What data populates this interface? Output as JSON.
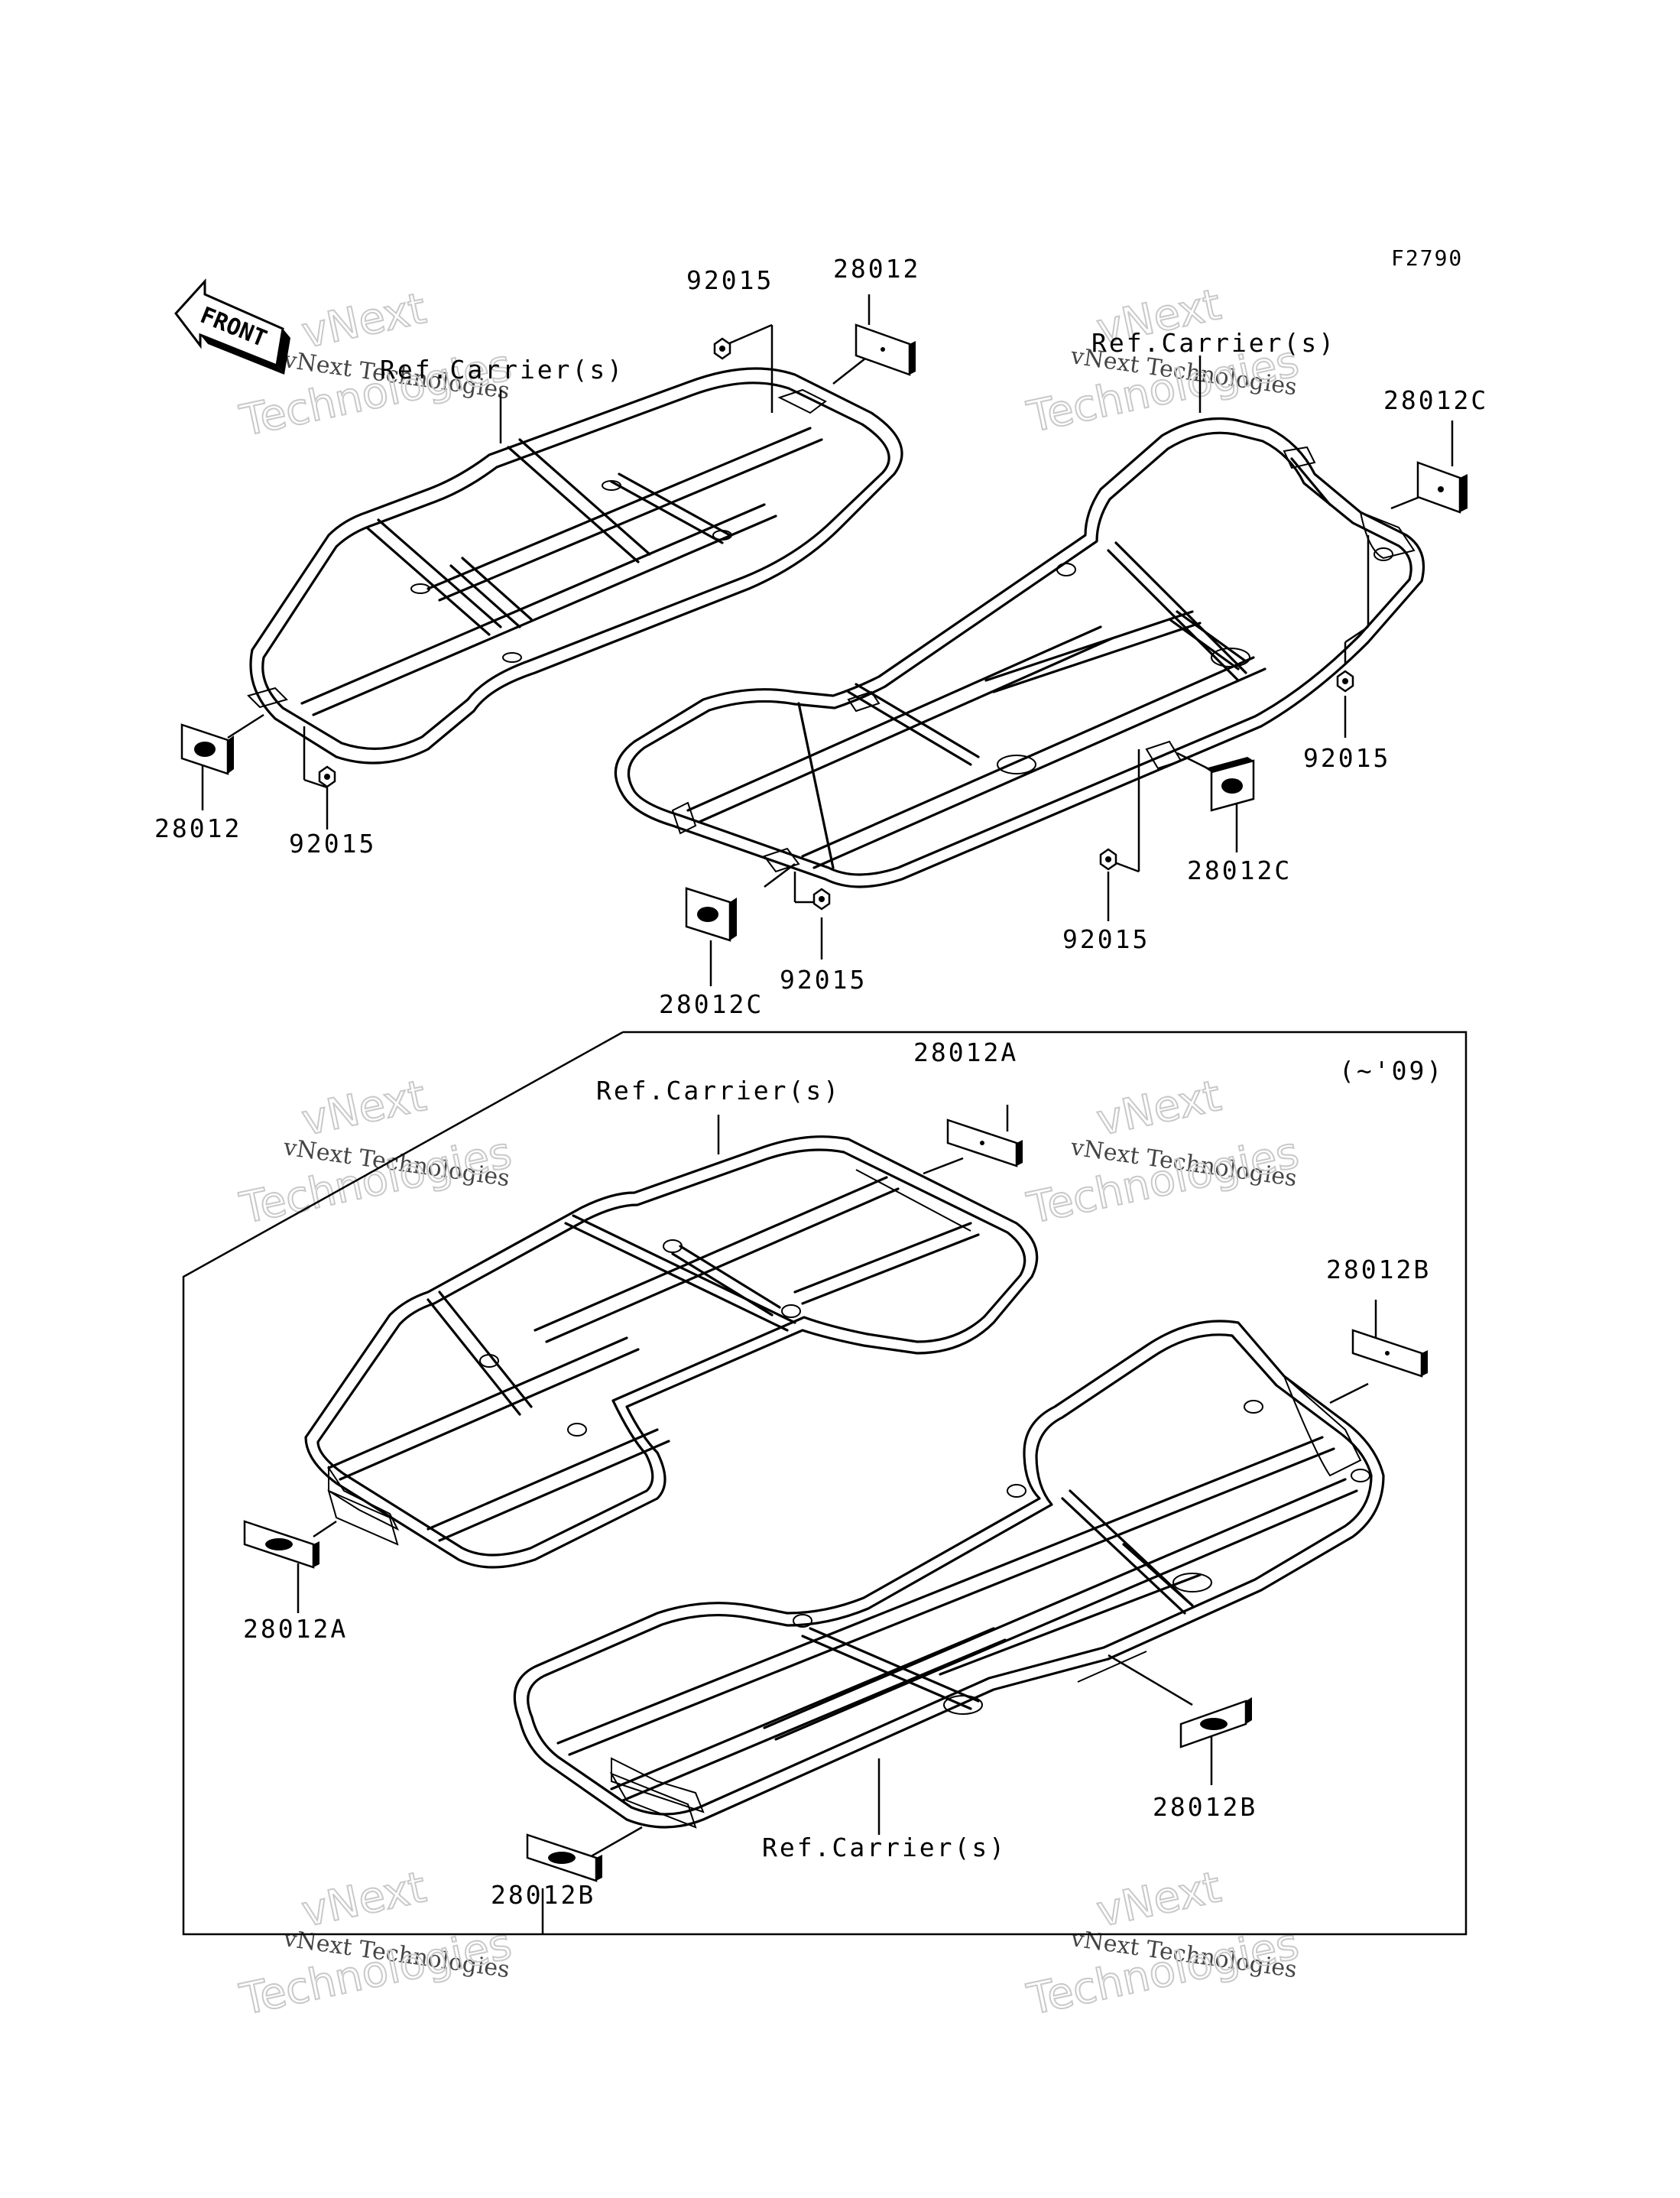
{
  "figure_code": "F2790",
  "front_arrow": {
    "text": "FRONT",
    "icon": "front-direction-arrow-icon"
  },
  "range_note": "(~'09)",
  "watermark": {
    "line1": "vNext Technologies",
    "line2": "Technologies",
    "line3": "vNext"
  },
  "labels": {
    "ref_carrier": "Ref.Carrier(s)",
    "p92015": "92015",
    "p28012": "28012",
    "p28012A": "28012A",
    "p28012B": "28012B",
    "p28012C": "28012C"
  }
}
